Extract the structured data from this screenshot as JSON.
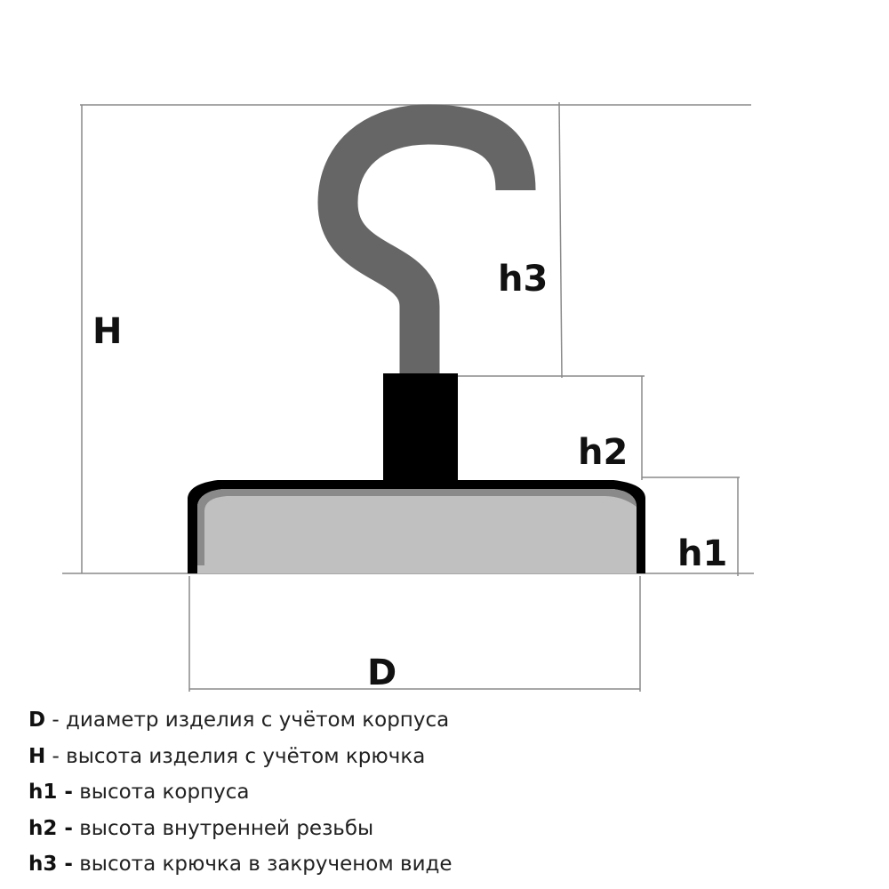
{
  "diagram": {
    "labels": {
      "H": "H",
      "h3": "h3",
      "h2": "h2",
      "h1": "h1",
      "D": "D"
    },
    "colors": {
      "hook": "#666666",
      "thread": "#000000",
      "body_fill": "#c0c0c0",
      "outline": "#000000",
      "dimension_lines": "#8a8a8a"
    }
  },
  "legend": [
    {
      "key": "D",
      "desc": " - диаметр изделия с учётом корпуса"
    },
    {
      "key": "H",
      "desc": " - высота изделия с учётом крючка"
    },
    {
      "key": "h1 -",
      "desc": " высота корпуса"
    },
    {
      "key": "h2 -",
      "desc": " высота внутренней резьбы"
    },
    {
      "key": "h3 -",
      "desc": " высота крючка в закрученом виде"
    }
  ]
}
